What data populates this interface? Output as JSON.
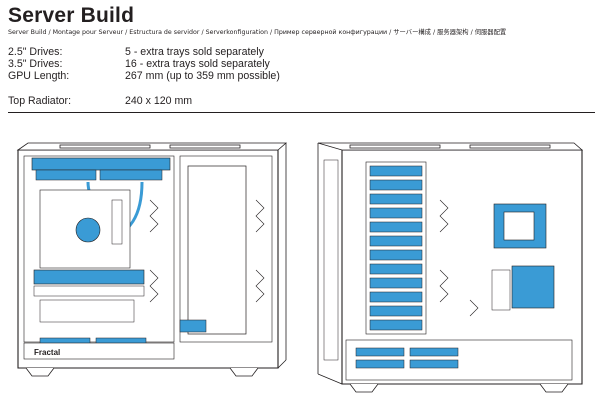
{
  "header": {
    "title": "Server Build",
    "subtitle": "Server Build / Montage pour Serveur / Estructura de servidor / Serverkonfiguration / Пример серверной конфигурации / サーバー構成 / 服务器架构 / 伺服器配置"
  },
  "specs": [
    {
      "label": "2.5\" Drives:",
      "value": "5 - extra trays sold separately"
    },
    {
      "label": "3.5\" Drives:",
      "value": "16  - extra trays sold separately"
    },
    {
      "label": "GPU Length:",
      "value": "267 mm (up to 359 mm possible)"
    },
    {
      "label": "Top Radiator:",
      "value": "240 x 120 mm"
    }
  ],
  "illustration": {
    "brand_logo": "Fractal",
    "left_view": "front-left",
    "right_view": "rear-right",
    "highlight_color": "#3a9bd5",
    "line_color": "#231f20"
  }
}
